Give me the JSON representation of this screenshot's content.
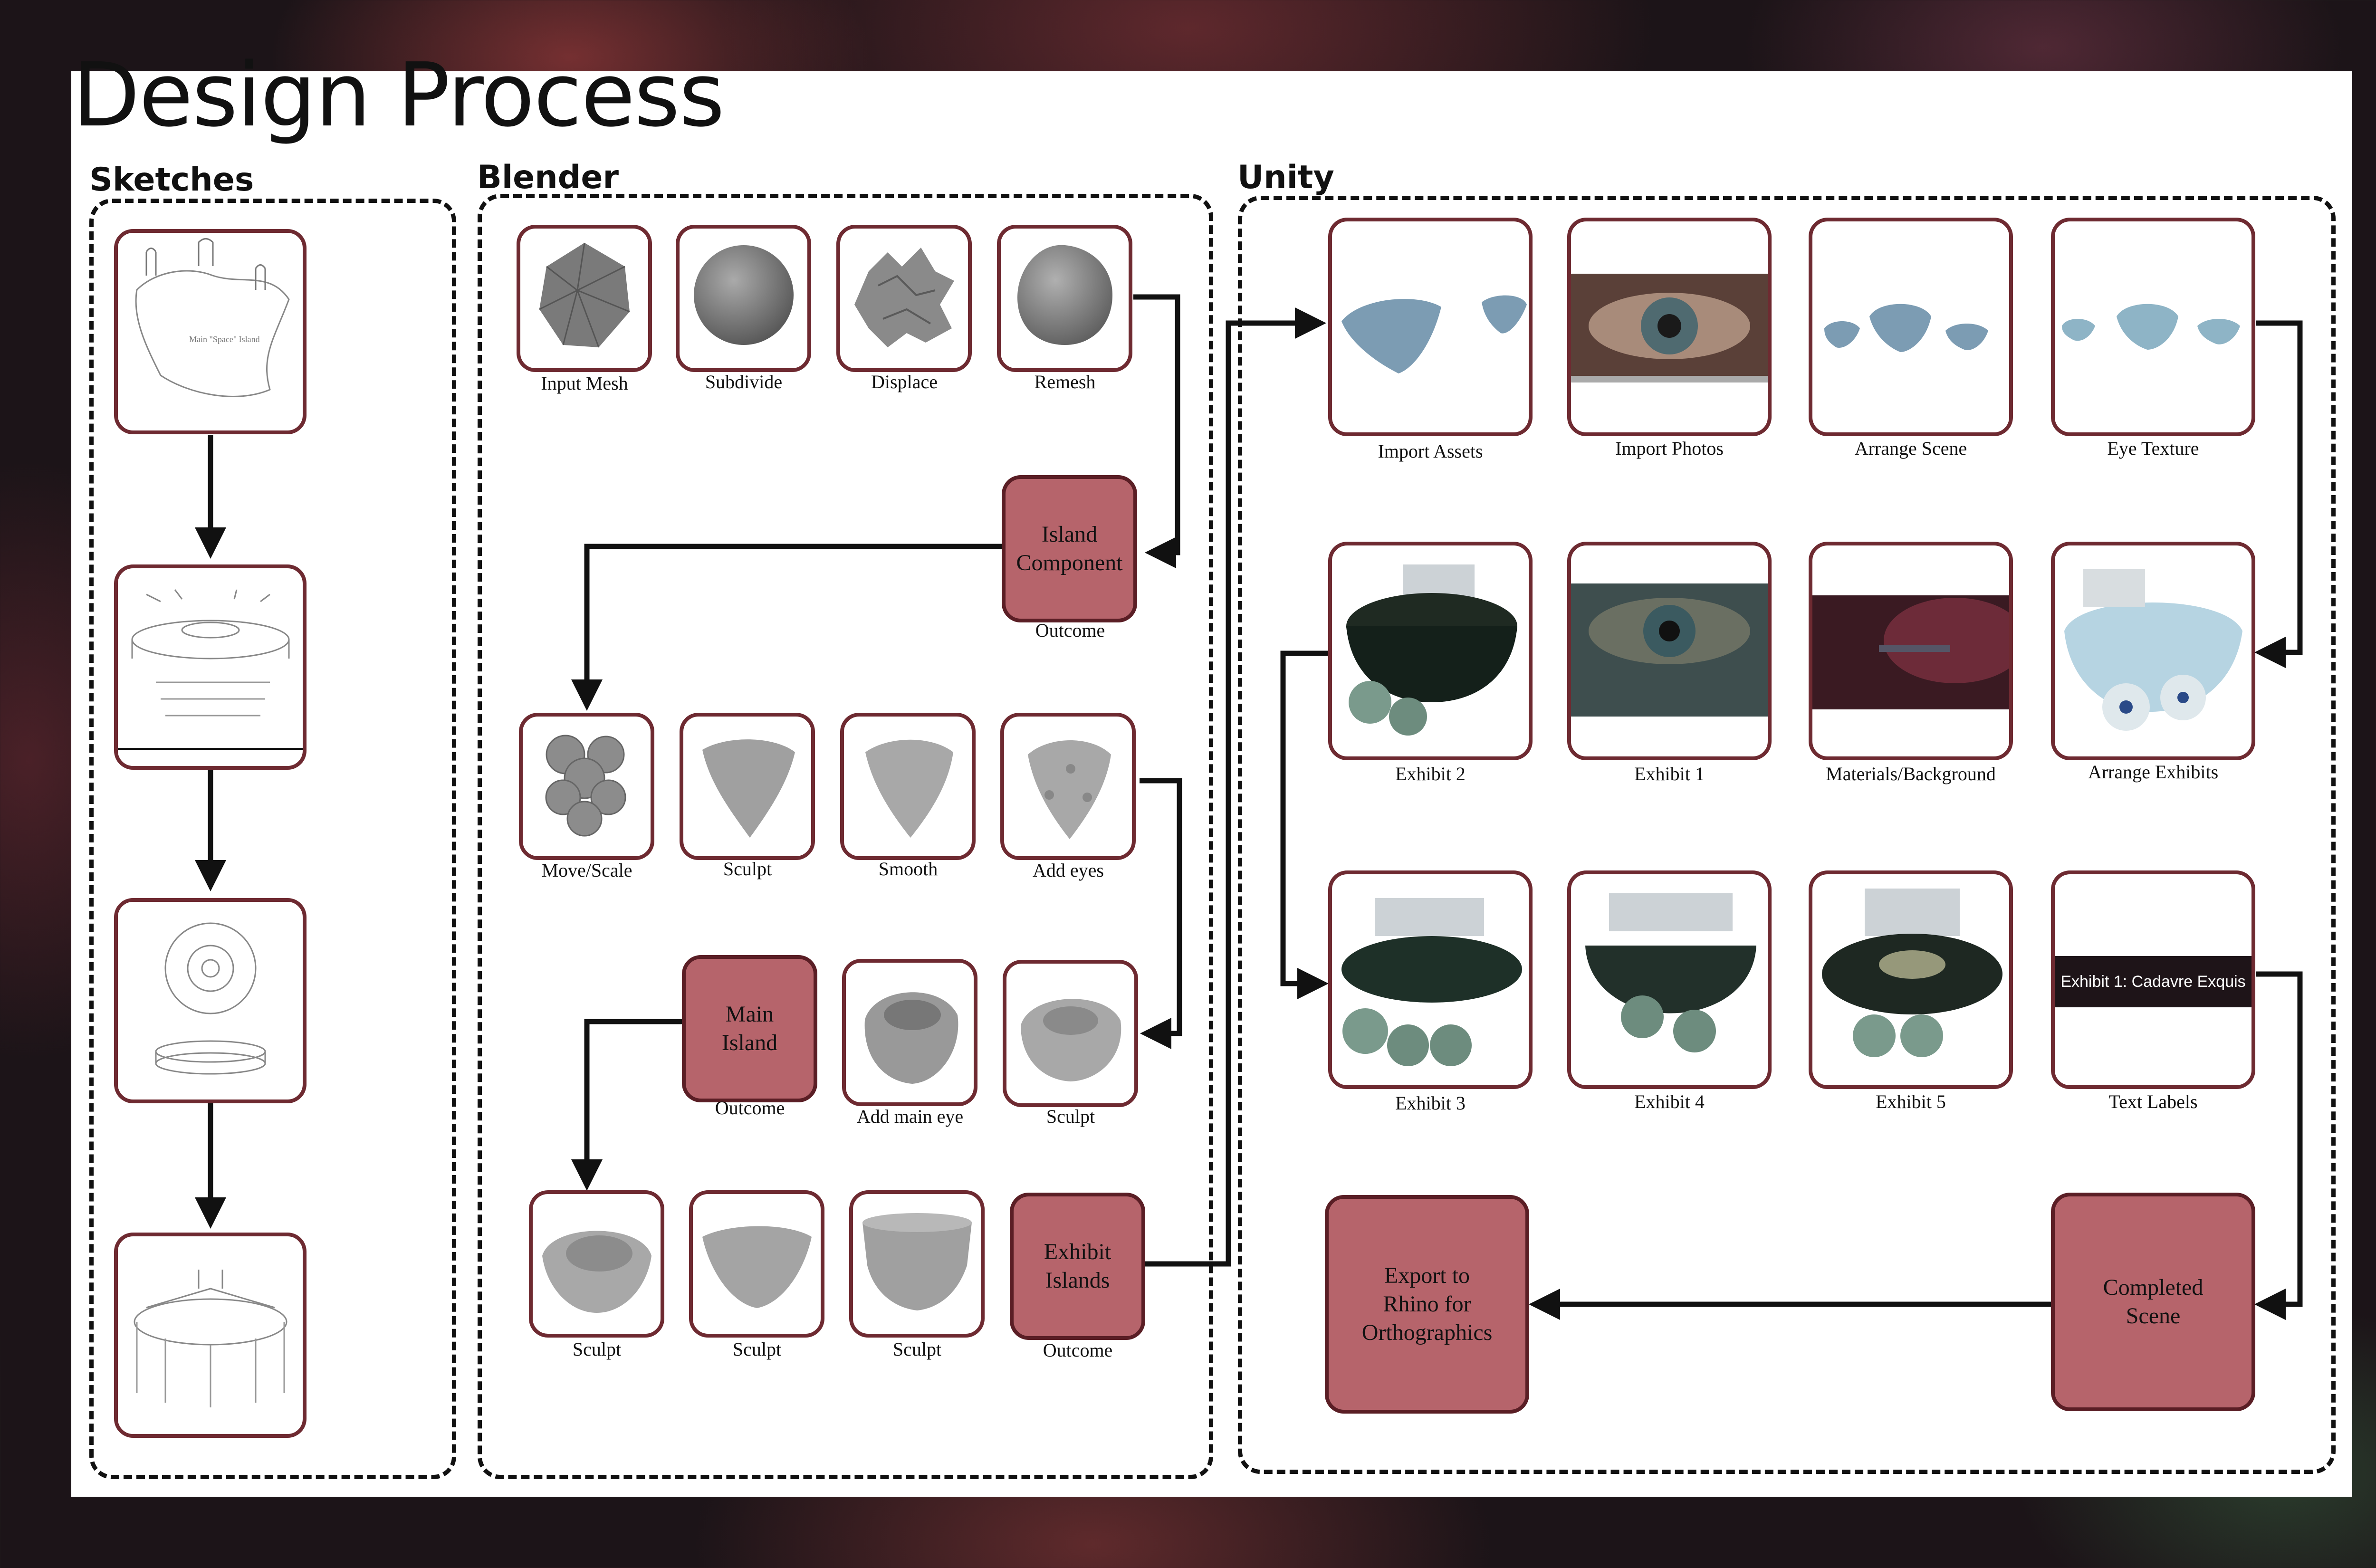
{
  "title": "Design Process",
  "sections": {
    "sketches": "Sketches",
    "blender": "Blender",
    "unity": "Unity"
  },
  "blender": {
    "row1": [
      "Input Mesh",
      "Subdivide",
      "Displace",
      "Remesh"
    ],
    "island_component": {
      "label": "Island\nComponent",
      "caption": "Outcome"
    },
    "row2": [
      "Move/Scale",
      "Sculpt",
      "Smooth",
      "Add eyes"
    ],
    "main_island": {
      "label": "Main\nIsland",
      "caption": "Outcome"
    },
    "row3": [
      "Add main eye",
      "Sculpt"
    ],
    "row4": [
      "Sculpt",
      "Sculpt",
      "Sculpt"
    ],
    "exhibit_islands": {
      "label": "Exhibit\nIslands",
      "caption": "Outcome"
    }
  },
  "unity": {
    "row1": [
      "Import Assets",
      "Import Photos",
      "Arrange Scene",
      "Eye Texture"
    ],
    "row2": [
      "Exhibit 2",
      "Exhibit 1",
      "Materials/Background",
      "Arrange Exhibits"
    ],
    "row3": [
      "Exhibit 3",
      "Exhibit 4",
      "Exhibit 5",
      "Text Labels"
    ],
    "text_label_banner": "Exhibit 1: Cadavre Exquis",
    "completed_scene": "Completed\nScene",
    "export": "Export to\nRhino for\nOrthographics"
  },
  "sketch_annotation": "Main \"Space\" Island",
  "colors": {
    "box_fill": "#b6646b",
    "card_border": "#6e2a31",
    "wire": "#111111"
  }
}
